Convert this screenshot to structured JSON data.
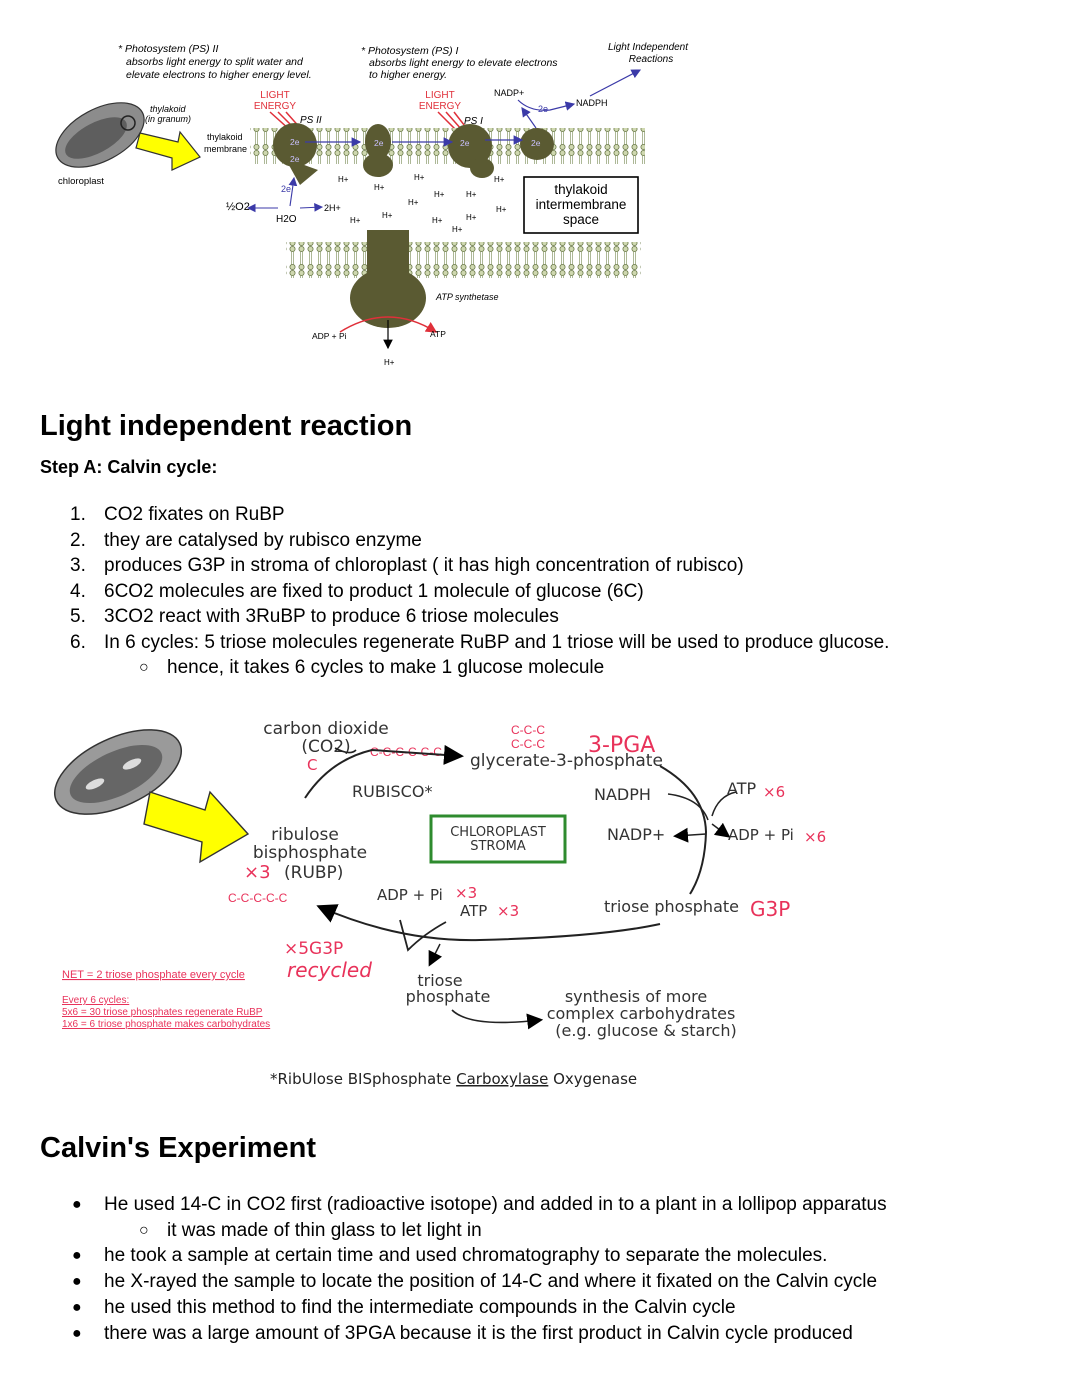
{
  "diagram1": {
    "ps2_note": [
      "* Photosystem (PS) II",
      "absorbs light energy to split water and",
      "elevate electrons to higher energy level."
    ],
    "ps1_note": [
      "* Photosystem (PS) I",
      "absorbs light energy to elevate electrons",
      "to higher energy."
    ],
    "lir_label": [
      "Light Independent",
      "Reactions"
    ],
    "light_energy": [
      "LIGHT",
      "ENERGY"
    ],
    "ps2": "PS II",
    "ps1": "PS I",
    "nadp_plus": "NADP+",
    "nadph": "NADPH",
    "two_e": "2e",
    "thylakoid_label": [
      "thylakoid",
      "(in granum)"
    ],
    "membrane_label": [
      "thylakoid",
      "membrane"
    ],
    "chloroplast": "chloroplast",
    "half_o2": "½O2",
    "h2o": "H2O",
    "two_h": "2H+",
    "h": "H+",
    "space_box": [
      "thylakoid",
      "intermembrane",
      "space"
    ],
    "atp_synthetase": "ATP synthetase",
    "adp_pi": "ADP + Pi",
    "atp": "ATP"
  },
  "section1": {
    "title": "Light independent reaction",
    "step": "Step A: Calvin cycle:",
    "items": [
      {
        "num": "1.",
        "text": "CO2 fixates on RuBP"
      },
      {
        "num": "2.",
        "text": "they are catalysed by rubisco enzyme"
      },
      {
        "num": "3.",
        "text": "produces G3P in stroma of chloroplast ( it has high concentration of rubisco)"
      },
      {
        "num": "4.",
        "text": "6CO2 molecules are fixed to product 1 molecule of glucose (6C)"
      },
      {
        "num": "5.",
        "text": "3CO2 react with 3RuBP to produce 6 triose molecules"
      },
      {
        "num": "6.",
        "text": "In 6 cycles: 5 triose molecules regenerate RuBP and 1 triose will be used to produce glucose."
      }
    ],
    "subitem": "hence, it takes 6 cycles to make 1 glucose molecule"
  },
  "diagram2": {
    "co2": [
      "carbon dioxide",
      "(CO2)"
    ],
    "c": "C",
    "c6": "C-C-C-C-C-C",
    "c3": "C-C-C",
    "pga_hand": "3-PGA",
    "pga": "glycerate-3-phosphate",
    "rubisco": "RUBISCO*",
    "nadph": "NADPH",
    "atp_hand": "ATP",
    "x6": "×6",
    "nadp": "NADP+",
    "adp_pi": "ADP + Pi",
    "stroma": [
      "CHLOROPLAST",
      "STROMA"
    ],
    "rubp": [
      "ribulose",
      "bisphosphate",
      "(RUBP)"
    ],
    "x3": "×3",
    "c5": "C-C-C-C-C",
    "adp_pi_mid": "ADP + Pi",
    "atp_mid": "ATP",
    "triose": "triose phosphate",
    "g3p": "G3P",
    "x5g3p": "×5G3P",
    "recycled": "recycled",
    "triose_out": [
      "triose",
      "phosphate"
    ],
    "synthesis": [
      "synthesis of more",
      "complex carbohydrates",
      "(e.g. glucose & starch)"
    ],
    "net": "NET = 2 triose phosphate every cycle",
    "every": [
      "Every 6 cycles:",
      "5x6 = 30 triose phosphates regenerate RuBP",
      "1x6 = 6 triose phosphate makes carbohydrates"
    ],
    "footnote": [
      "*RibUlose BISphosphate ",
      "Carboxylase",
      " Oxygenase"
    ]
  },
  "section2": {
    "title": "Calvin's Experiment",
    "bullets": [
      "He used 14-C in CO2 first (radioactive isotope) and added in to a plant in a lollipop apparatus",
      "it was made of thin glass to let light in",
      "he took a sample at certain time and used chromatography to separate the molecules.",
      "he X-rayed the sample to locate the position of 14-C and where it fixated on the Calvin cycle",
      "he used this method to find the intermediate compounds in the Calvin cycle",
      "there was a large amount of 3PGA because it is the first product in Calvin cycle produced"
    ]
  },
  "colors": {
    "annotation_red": "#e8325a",
    "diagram_red": "#e0303a",
    "protein": "#5a5a32",
    "electron_blue": "#3b3aa8",
    "stroma_green": "#2e8b2e",
    "highlight_yellow": "#ffff00"
  }
}
